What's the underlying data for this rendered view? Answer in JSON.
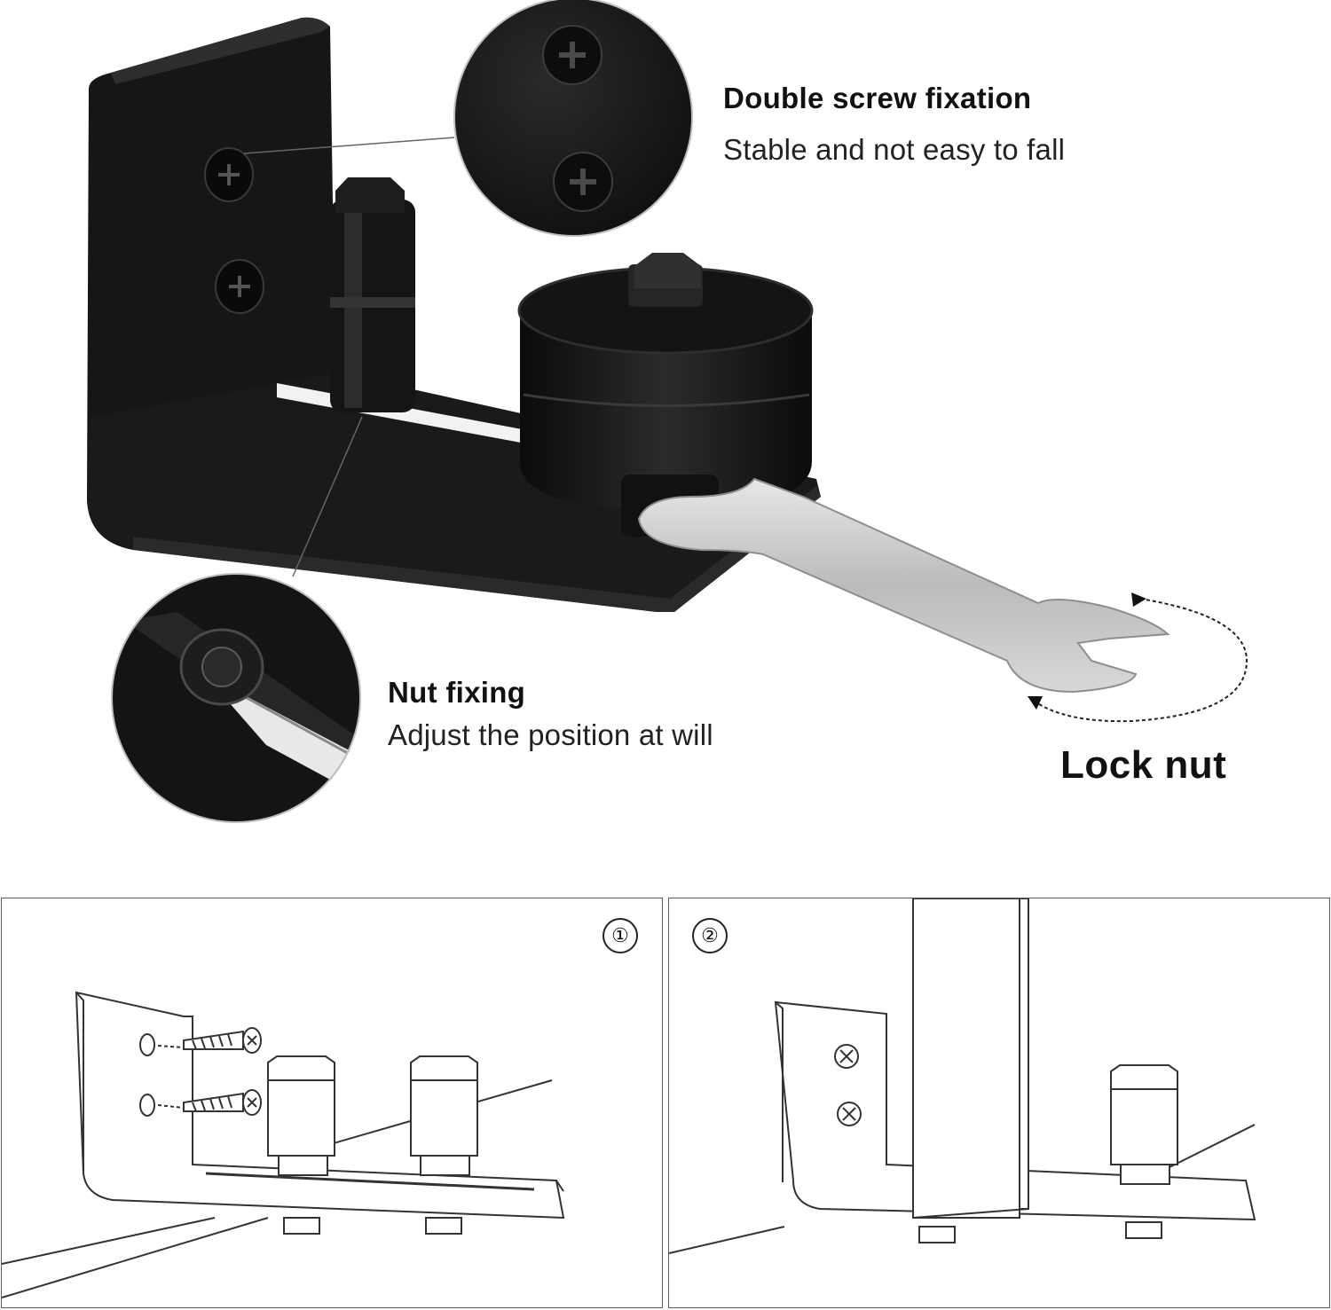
{
  "callouts": {
    "double_screw": {
      "title": "Double screw fixation",
      "subtitle": "Stable and not easy to fall"
    },
    "nut_fixing": {
      "title": "Nut fixing",
      "subtitle": "Adjust the position at will"
    },
    "lock_nut": {
      "title": "Lock nut"
    }
  },
  "steps": [
    {
      "label": "①"
    },
    {
      "label": "②"
    }
  ],
  "colors": {
    "bracket": "#141414",
    "bracket_edge": "#2a2a2a",
    "wrench": "#c9cbcd",
    "line_art": "#333333"
  }
}
